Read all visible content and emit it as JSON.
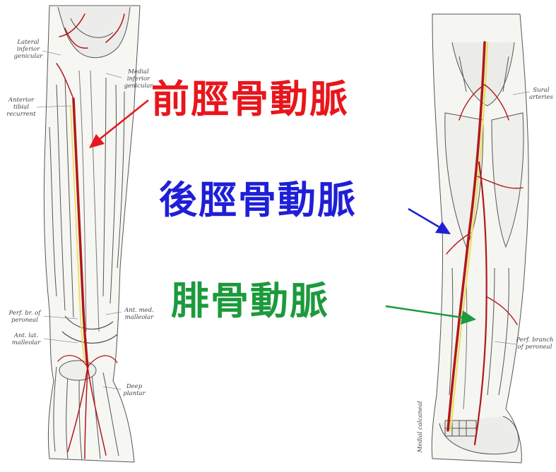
{
  "labels": {
    "anterior_tibial_artery": "前脛骨動脈",
    "posterior_tibial_artery": "後脛骨動脈",
    "peroneal_artery": "腓骨動脈"
  },
  "anatomy_labels": {
    "lateral_inferior_genicular": "Lateral\ninferior\ngenicular",
    "medial_inferior_genicular": "Medial\ninferior\ngenicular",
    "anterior_tibial_recurrent": "Anterior\ntibial\nrecurrent",
    "ant_med_malleolar": "Ant. med.\nmalleolar",
    "perf_br_of_peroneal": "Perf. br. of\nperoneal",
    "ant_lat_malleolar": "Ant. lat.\nmalleolar",
    "deep_plantar": "Deep\nplantar",
    "sural_arteries": "Sural\narteries",
    "perf_branch_of_peroneal": "Perf. branch\nof peroneal",
    "medial_calcaneal": "Medial calcaneal"
  },
  "colors": {
    "anterior": "#e8161c",
    "posterior": "#1f1fd8",
    "peroneal": "#1c9a3c",
    "artery": "#b01818",
    "nerve": "#e8e060",
    "sketch": "#555555"
  }
}
